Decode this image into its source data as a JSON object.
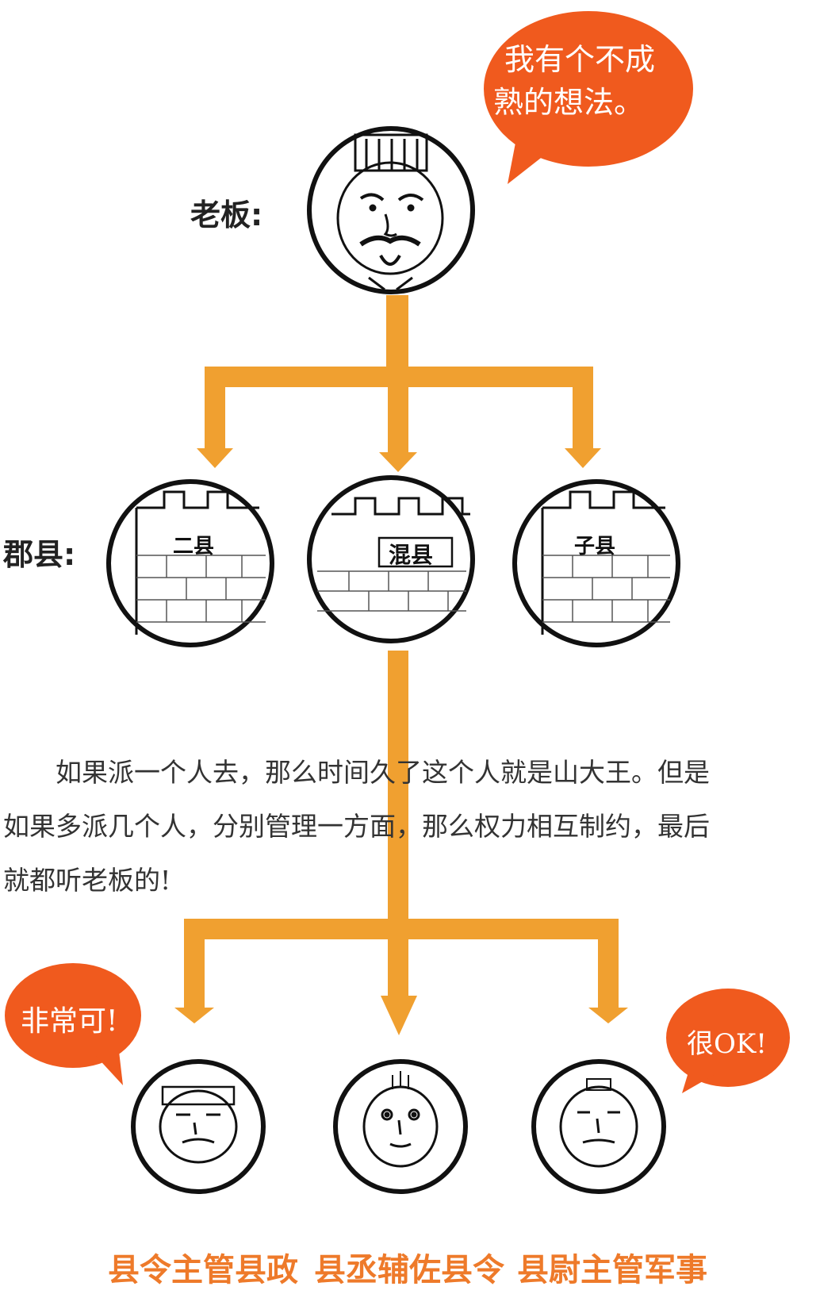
{
  "colors": {
    "accent": "#F0A030",
    "bubble": "#F05A1E",
    "caption": "#EE7A2A",
    "text": "#333333",
    "outline": "#111111"
  },
  "boss": {
    "label": "老板:",
    "bubble_lines": [
      "我有个不成",
      "熟的想法。"
    ]
  },
  "counties": {
    "label": "郡县:",
    "items": [
      "二县",
      "混县",
      "子县"
    ]
  },
  "paragraph": {
    "lines": [
      "　　如果派一个人去，那么时间久了这个人就是山大王。但是",
      "如果多派几个人，分别管理一方面，那么权力相互制约，最后",
      "就都听老板的!"
    ]
  },
  "officials": [
    {
      "caption": "县令主管县政",
      "bubble": "非常可!"
    },
    {
      "caption": "县丞辅佐县令",
      "bubble": ""
    },
    {
      "caption": "县尉主管军事",
      "bubble": "很OK!"
    }
  ],
  "icons": [
    "emperor-face-icon",
    "city-wall-icon",
    "official-face-icon",
    "arrow-down-icon"
  ]
}
